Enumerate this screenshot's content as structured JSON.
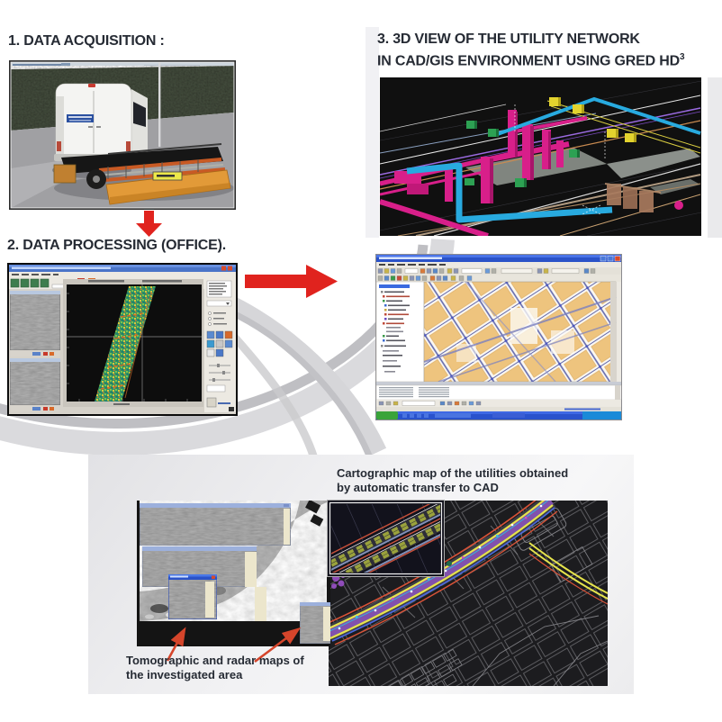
{
  "figure": {
    "steps": [
      {
        "id": "1",
        "label": "1. DATA ACQUISITION :"
      },
      {
        "id": "2",
        "label": "2. DATA PROCESSING (OFFICE)."
      },
      {
        "id": "3",
        "label_line1": "3. 3D VIEW OF THE UTILITY NETWORK",
        "label_line2": "IN CAD/GIS ENVIRONMENT USING GRED HD",
        "label_superscript": "3"
      }
    ],
    "captions": {
      "cartographic_line1": "Cartographic map of the utilities obtained",
      "cartographic_line2": "by automatic transfer to CAD",
      "tomographic_line1": "Tomographic and radar maps of",
      "tomographic_line2": "the investigated area"
    },
    "images": [
      {
        "name": "survey-van-photo",
        "depicts": "GPR survey van towing an orange antenna array on a road"
      },
      {
        "name": "processing-software-screenshot",
        "depicts": "radar data processing application with radargrams and tomographic slice"
      },
      {
        "name": "3d-utility-network-view",
        "depicts": "3D pipes and utility network on black background"
      },
      {
        "name": "gis-map-screenshot",
        "depicts": "GIS/CAD application showing city map with utility lines"
      },
      {
        "name": "radar-maps-collage",
        "depicts": "radar map windows and curved tomographic strip"
      },
      {
        "name": "cad-utility-map",
        "depicts": "CAD city map with colored utility corridor"
      }
    ],
    "colors": {
      "heading_text": "#262b34",
      "arrow_red": "#e0231e",
      "thin_arrow_red": "#d5452b",
      "swirl_gray": "#c2c2c5",
      "swirl_light": "#dcdcde",
      "pipe_magenta": "#d81f8a",
      "pipe_cyan": "#28aadf",
      "cube_yellow": "#e3d32e",
      "cube_green": "#2da153",
      "map_building_tan": "#eec47e",
      "utility_line_blue": "#6168ad",
      "cad_yellow": "#e6e44c",
      "cad_red": "#d85237",
      "cad_purple": "#8d55c0",
      "bottom_panel_gray": "#e9e9eb"
    }
  }
}
